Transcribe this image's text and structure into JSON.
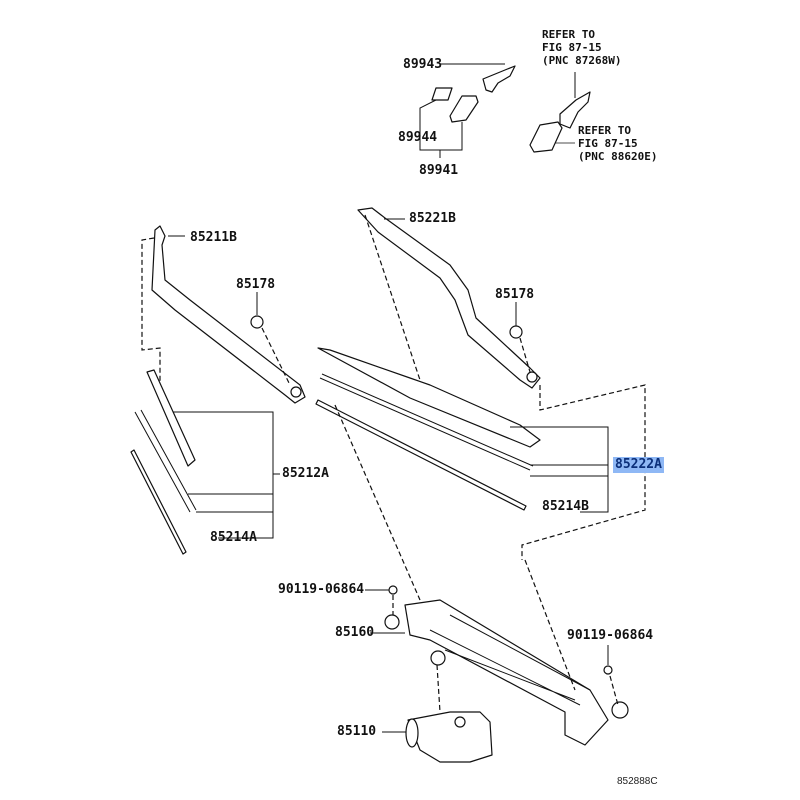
{
  "diagram": {
    "title": "Windshield wiper parts diagram",
    "figure_code": "852888C",
    "highlight_color": "#8fb8f5",
    "labels": {
      "p89943": "89943",
      "p89944": "89944",
      "p89941": "89941",
      "ref1": "REFER TO\nFIG 87-15\n(PNC 87268W)",
      "ref2": "REFER TO\nFIG 87-15\n(PNC 88620E)",
      "p85211B": "85211B",
      "p85178_left": "85178",
      "p85221B": "85221B",
      "p85178_right": "85178",
      "p85222A": "85222A",
      "p85212A": "85212A",
      "p85214B": "85214B",
      "p85214A": "85214A",
      "p90119_left": "90119-06864",
      "p90119_right": "90119-06864",
      "p85160": "85160",
      "p85110": "85110"
    },
    "highlighted_part": "85222A"
  }
}
